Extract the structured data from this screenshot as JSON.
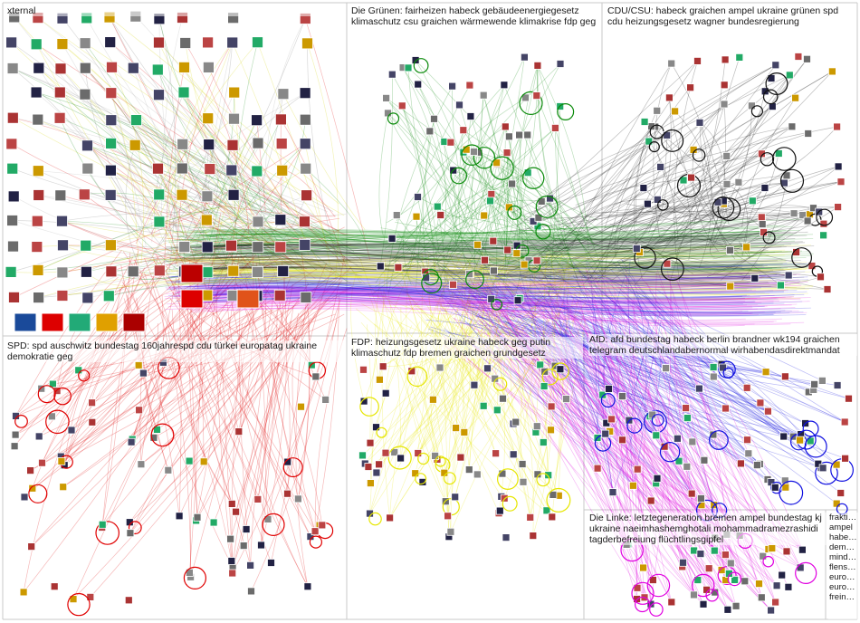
{
  "graph": {
    "groups": [
      {
        "id": "external",
        "label": "xternal",
        "color": "#555555"
      },
      {
        "id": "gruene",
        "label": "Die Grünen: fairheizen habeck gebäudeenergiegesetz klimaschutz csu graichen wärmewende klimakrise fdp geg",
        "color": "#0a8a0a"
      },
      {
        "id": "cducsu",
        "label": "CDU/CSU: habeck graichen ampel ukraine grünen spd cdu heizungsgesetz wagner bundesregierung",
        "color": "#111111"
      },
      {
        "id": "spd",
        "label": "SPD: spd auschwitz bundestag 160jahrespd cdu türkei europatag ukraine demokratie geg",
        "color": "#e00000"
      },
      {
        "id": "fdp",
        "label": "FDP: heizungsgesetz ukraine habeck geg putin klimaschutz fdp bremen graichen grundgesetz",
        "color": "#e6e600"
      },
      {
        "id": "afd",
        "label": "AfD: afd bundestag habeck berlin brandner wk194 graichen telegram deutschlandabernormal wirhabendasdirektmandat",
        "color": "#1010e0"
      },
      {
        "id": "linke",
        "label": "Die Linke: letztegeneration bremen ampel bundestag kj ukraine naeimhashemghotali mohammadramezrashidi tagderbefreiung flüchtlingsgipfel",
        "color": "#e000e0"
      },
      {
        "id": "other",
        "label": "frakti…\nampel\nhabe…\ndem…\nmind…\nflens…\neuro…\neuro…\nfrein…",
        "color": "#777777"
      }
    ]
  }
}
